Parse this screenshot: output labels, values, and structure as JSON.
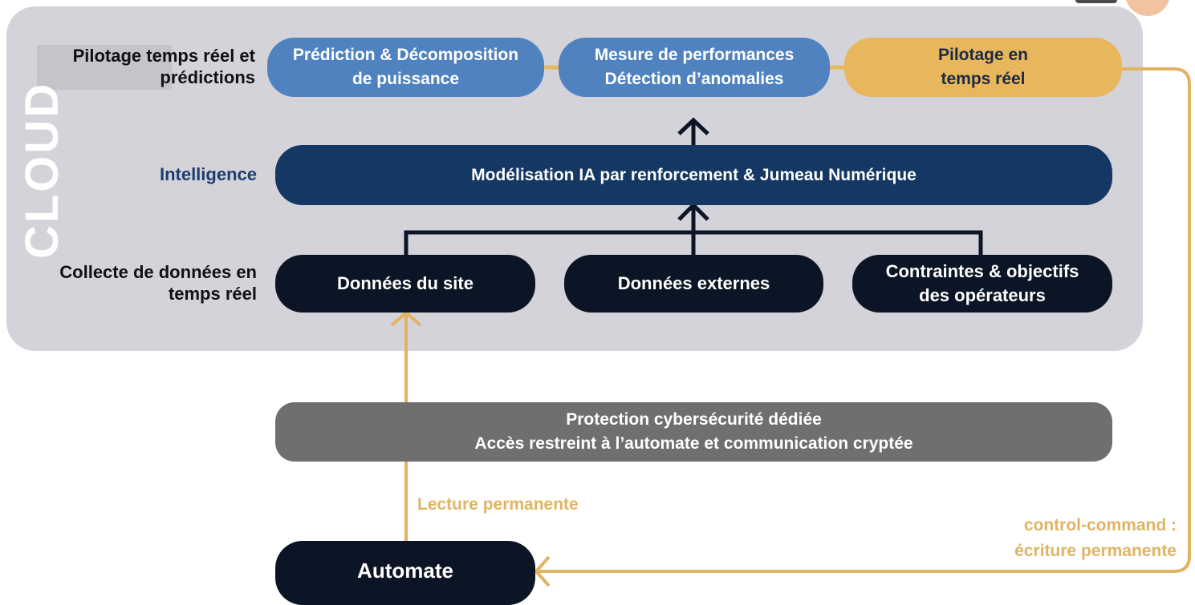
{
  "cloud": {
    "label": "CLOUD"
  },
  "rows": {
    "pilotage": "Pilotage temps réel et prédictions",
    "intelligence": "Intelligence",
    "collecte": "Collecte de données en temps réel"
  },
  "top_boxes": {
    "prediction": "Prédiction & Décomposition de puissance",
    "mesure": "Mesure de performances Détection d’anomalies",
    "pilotage": "Pilotage en temps réel"
  },
  "intelligence_box": "Modélisation  IA par renforcement & Jumeau Numérique",
  "data_boxes": {
    "site": "Données du site",
    "externes": "Données externes",
    "contraintes": "Contraintes & objectifs des opérateurs"
  },
  "security_box": {
    "line1": "Protection cybersécurité dédiée",
    "line2": "Accès restreint à l’automate et communication cryptée"
  },
  "automate": "Automate",
  "annotations": {
    "lecture": "Lecture permanente",
    "control_line1": "control-command :",
    "control_line2": "écriture permanente"
  },
  "colors": {
    "cloud_bg": "#d4d3d9",
    "blue": "#4f82bf",
    "gold": "#e8b75b",
    "navy": "#143863",
    "dark": "#0c1525",
    "grey": "#6f6f70",
    "connector_dark": "#0c1525",
    "connector_gold": "#e0b462"
  }
}
